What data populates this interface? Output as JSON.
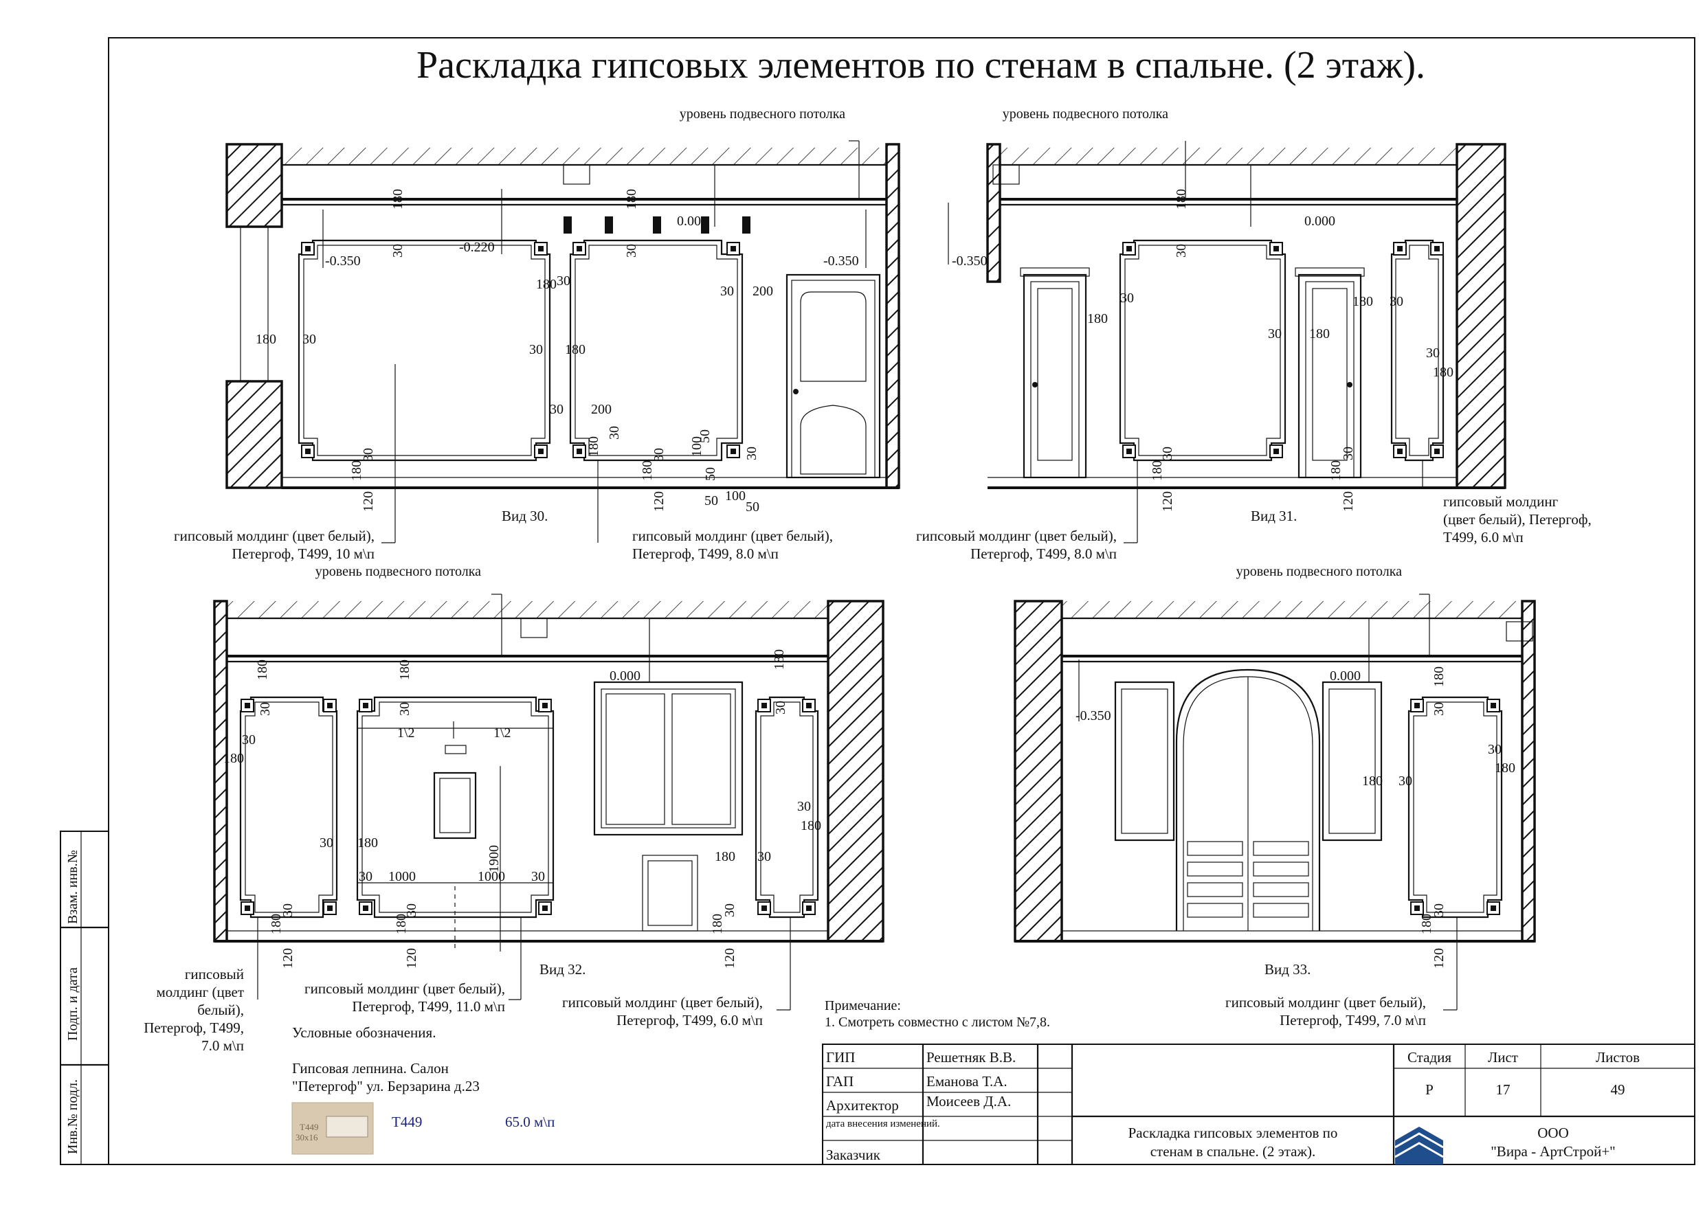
{
  "title": "Раскладка гипсовых элементов по стенам в спальне. (2 этаж).",
  "ceiling_label": "уровень подвесного потолка",
  "views": [
    {
      "name": "Вид 30.",
      "levels": [
        "-0.350",
        "-0.220",
        "0.000",
        "-0.350"
      ],
      "dims": [
        "180",
        "30",
        "180",
        "30",
        "180",
        "30",
        "30",
        "180",
        "30",
        "180",
        "30",
        "200",
        "30",
        "200",
        "50",
        "30",
        "100",
        "50",
        "30",
        "180",
        "120",
        "180",
        "30",
        "120",
        "180",
        "30",
        "50",
        "100",
        "50"
      ],
      "callouts": [
        {
          "line1": "гипсовый молдинг  (цвет белый),",
          "line2": "Петергоф, Т499, 10 м\\п"
        },
        {
          "line1": "гипсовый молдинг  (цвет белый),",
          "line2": "Петергоф, Т499, 8.0 м\\п"
        }
      ]
    },
    {
      "name": "Вид 31.",
      "levels": [
        "-0.350",
        "0.000"
      ],
      "dims": [
        "180",
        "30",
        "30",
        "180",
        "30",
        "180",
        "180",
        "30",
        "30",
        "180",
        "30",
        "180",
        "120",
        "30",
        "180",
        "120"
      ],
      "callouts": [
        {
          "line1": "гипсовый молдинг  (цвет белый),",
          "line2": "Петергоф, Т499, 8.0 м\\п"
        },
        {
          "line1": "гипсовый молдинг",
          "line2": "(цвет белый), Петергоф,",
          "line3": "Т499, 6.0 м\\п"
        }
      ]
    },
    {
      "name": "Вид 32.",
      "levels": [
        "0.000"
      ],
      "dims": [
        "180",
        "30",
        "180",
        "30",
        "180",
        "30",
        "30",
        "180",
        "30",
        "180",
        "1\\2",
        "1\\2",
        "1900",
        "30",
        "1000",
        "1000",
        "30",
        "30",
        "180",
        "180",
        "30",
        "30",
        "180",
        "120",
        "30",
        "180",
        "120",
        "30",
        "180",
        "120"
      ],
      "callouts": [
        {
          "line1": "гипсовый",
          "line2": "молдинг  (цвет",
          "line3": "белый),",
          "line4": "Петергоф, Т499,",
          "line5": "7.0 м\\п"
        },
        {
          "line1": "гипсовый молдинг  (цвет белый),",
          "line2": "Петергоф, Т499, 11.0 м\\п"
        },
        {
          "line1": "гипсовый молдинг  (цвет белый),",
          "line2": "Петергоф, Т499, 6.0 м\\п"
        }
      ]
    },
    {
      "name": "Вид 33.",
      "levels": [
        "-0.350",
        "0.000"
      ],
      "dims": [
        "180",
        "30",
        "30",
        "180",
        "180",
        "30",
        "30",
        "180",
        "120"
      ],
      "callouts": [
        {
          "line1": "гипсовый молдинг  (цвет белый),",
          "line2": "Петергоф, Т499, 7.0 м\\п"
        }
      ]
    }
  ],
  "legend": {
    "heading": "Условные обозначения.",
    "source_line1": "Гипсовая лепнина. Салон",
    "source_line2": "\"Петергоф\" ул. Берзарина д.23",
    "item_code": "Т449",
    "item_qty": "65.0 м\\п",
    "thumb_code": "Т449",
    "thumb_size": "30x16"
  },
  "note": {
    "heading": "Примечание:",
    "line1": "1. Смотреть совместно с листом №7,8."
  },
  "side_stamp": [
    "Взам. инв.№",
    "Подп. и дата",
    "Инв.№ подл."
  ],
  "title_block": {
    "rows": [
      {
        "role": "ГИП",
        "name": "Решетняк В.В."
      },
      {
        "role": "ГАП",
        "name": "Еманова Т.А."
      },
      {
        "role": "Архитектор",
        "name": "Моисеев Д.А."
      },
      {
        "role": "дата  внесения изменений.",
        "name": ""
      },
      {
        "role": "Заказчик",
        "name": ""
      }
    ],
    "stage_label": "Стадия",
    "sheet_label": "Лист",
    "sheets_label": "Листов",
    "stage": "Р",
    "sheet": "17",
    "sheets": "49",
    "drawing_title_line1": "Раскладка гипсовых элементов по",
    "drawing_title_line2": "стенам в спальне. (2 этаж).",
    "company_line1": "ООО",
    "company_line2": "\"Вира - АртСтрой+\""
  }
}
